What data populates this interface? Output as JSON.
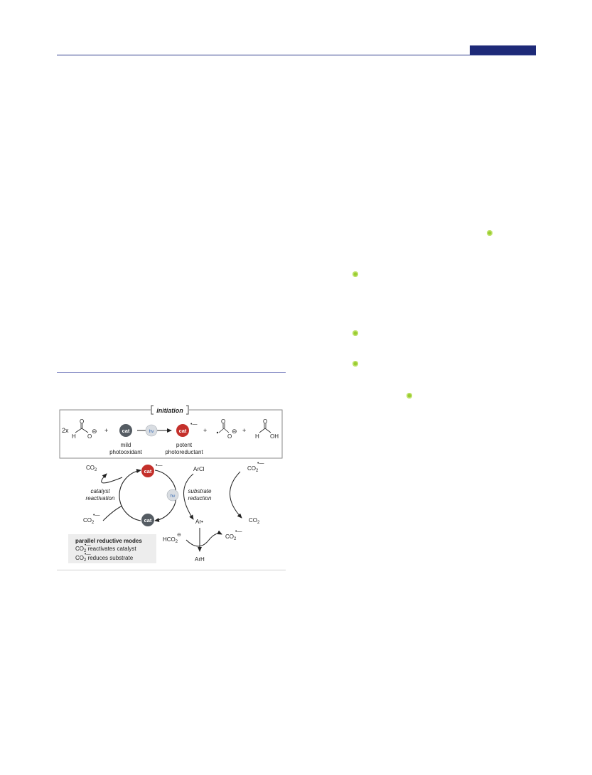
{
  "colors": {
    "header_blue": "#1e2a78",
    "reference_dot": "#9acd32",
    "cat_ground": "#555c63",
    "cat_excited": "#c4302b",
    "hv_bubble": "#d9dde2",
    "hv_text": "#3a6db3"
  },
  "scheme": {
    "initiation_label": "initiation",
    "two_x": "2x",
    "h_label": "H",
    "o_label": "O",
    "minus_sign": "⊖",
    "plus": "+",
    "cat": "cat",
    "hv": "hν",
    "radical_anion": "•—",
    "mild_line1": "mild",
    "mild_line2": "photooxidant",
    "potent_line1": "potent",
    "potent_line2": "photoreductant",
    "oh_label": "OH",
    "co2": "CO",
    "co2_sub": "2",
    "catalyst_reactivation_line1": "catalyst",
    "catalyst_reactivation_line2": "reactivation",
    "substrate_reduction_line1": "substrate",
    "substrate_reduction_line2": "reduction",
    "arcl": "ArCl",
    "ar_radical": "Ar•",
    "hco2": "HCO",
    "arh": "ArH",
    "legend_title": "parallel reductive modes",
    "legend_line1_suffix": " reactivates catalyst",
    "legend_line2_suffix": " reduces substrate"
  }
}
